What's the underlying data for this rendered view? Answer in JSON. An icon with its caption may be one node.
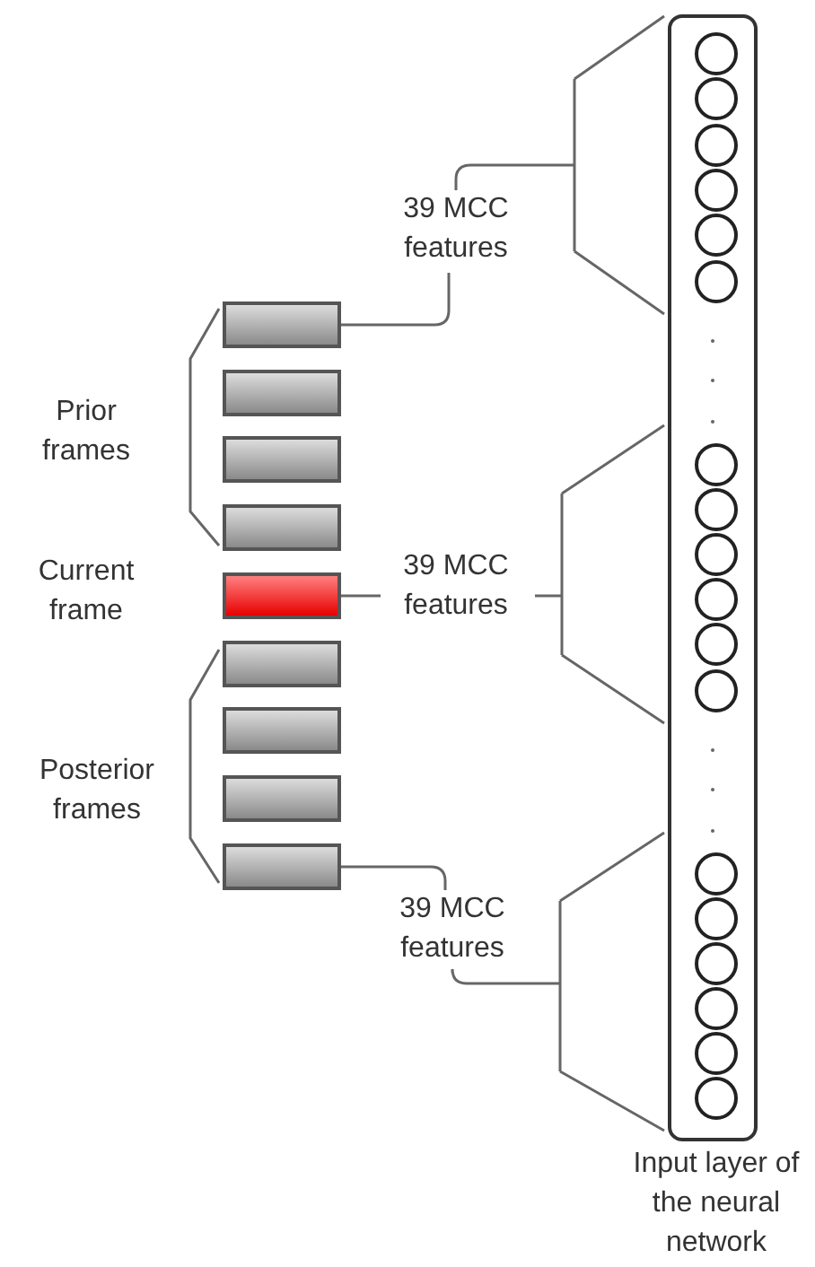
{
  "diagram": {
    "nodes": [
      {
        "text": [
          "Input layer of the neural network"
        ]
      },
      {
        "text": [],
        "shape": "circle",
        "in": 0
      },
      {
        "text": [],
        "shape": "circle",
        "in": 0
      },
      {
        "text": [],
        "shape": "circle",
        "in": 0
      },
      {
        "text": [],
        "shape": "circle",
        "in": 0
      },
      {
        "text": [],
        "shape": "circle",
        "in": 0
      },
      {
        "text": [],
        "shape": "circle",
        "in": 0
      },
      {
        "text": [],
        "shape": "circle",
        "in": 0
      },
      {
        "text": [],
        "shape": "circle",
        "in": 0
      },
      {
        "text": [],
        "shape": "circle",
        "in": 0
      },
      {
        "text": [],
        "shape": "circle",
        "in": 0
      },
      {
        "text": [],
        "shape": "circle",
        "in": 0
      },
      {
        "text": [],
        "shape": "circle",
        "in": 0
      },
      {
        "text": [],
        "shape": "circle",
        "in": 0
      },
      {
        "text": [],
        "shape": "circle",
        "in": 0
      },
      {
        "text": [],
        "shape": "circle",
        "in": 0
      },
      {
        "text": [],
        "shape": "circle",
        "in": 0
      },
      {
        "text": [],
        "shape": "circle",
        "in": 0
      },
      {
        "text": [],
        "shape": "circle",
        "in": 0
      },
      {
        "text": [],
        "shape": "box"
      },
      {
        "text": [],
        "shape": "box"
      },
      {
        "text": [],
        "shape": "box"
      },
      {
        "text": [],
        "shape": "box"
      },
      {
        "text": [],
        "shape": "box"
      },
      {
        "text": [],
        "shape": "box"
      },
      {
        "text": [],
        "shape": "box"
      },
      {
        "text": [],
        "shape": "box"
      },
      {
        "text": [],
        "shape": "box"
      },
      {
        "text": [
          "39 MCC features"
        ]
      },
      {
        "text": [
          "39 MCC features"
        ]
      },
      {
        "text": [
          "39 MCC features"
        ]
      }
    ],
    "edges": [
      {
        "from": 19,
        "to": 28,
        "arrow": "none"
      },
      {
        "from": 28,
        "to": 0,
        "arrow": "none"
      },
      {
        "from": 23,
        "to": 29,
        "arrow": "none"
      },
      {
        "from": 29,
        "to": 0,
        "arrow": "none"
      },
      {
        "from": 27,
        "to": 30,
        "arrow": "none"
      },
      {
        "from": 30,
        "to": 0,
        "arrow": "none"
      }
    ],
    "labels": [
      "Prior frames",
      "Current frame",
      "Posterior frames"
    ]
  }
}
